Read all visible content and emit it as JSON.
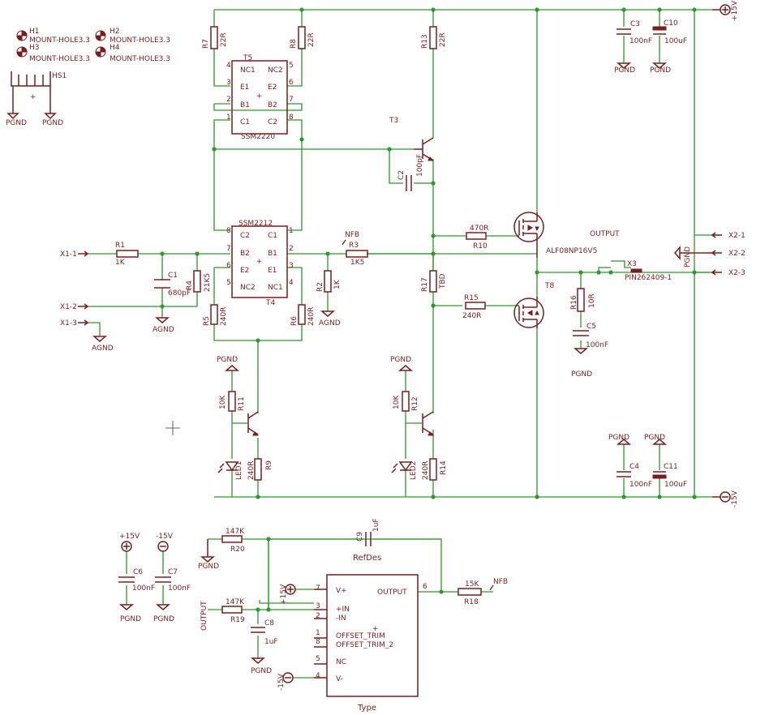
{
  "supply": {
    "pos": "+15V",
    "neg": "-15V"
  },
  "gnd": {
    "pgnd": "PGND",
    "agnd": "AGND"
  },
  "mount": {
    "h1": "H1",
    "h2": "H2",
    "h3": "H3",
    "h4": "H4",
    "hole": "MOUNT-HOLE3.3"
  },
  "heatsink": "HS1",
  "connectors": {
    "x11": "X1-1",
    "x12": "X1-2",
    "x13": "X1-3",
    "x21": "X2-1",
    "x22": "X2-2",
    "x23": "X2-3",
    "x3": "X3",
    "x3part": "PIN262409-1"
  },
  "nets": {
    "output": "OUTPUT",
    "nfb": "NFB"
  },
  "parts": {
    "r1": "R1",
    "r1v": "1K",
    "r2": "R2",
    "r2v": "1K",
    "r3": "R3",
    "r3v": "1K5",
    "r4": "R4",
    "r4v": "21K5",
    "r5": "R5",
    "r5v": "240R",
    "r6": "R6",
    "r6v": "240R",
    "r7": "R7",
    "r7v": "22R",
    "r8": "R8",
    "r8v": "22R",
    "r9": "R9",
    "r9v": "240R",
    "r10": "R10",
    "r10v": "470R",
    "r11": "R11",
    "r11v": "10K",
    "r12": "R12",
    "r12v": "10K",
    "r13": "R13",
    "r13v": "22R",
    "r14": "R14",
    "r14v": "240R",
    "r15": "R15",
    "r15v": "240R",
    "r16": "R16",
    "r16v": "10R",
    "r17": "R17",
    "r17v": "TBD",
    "r18": "R18",
    "r18v": "15K",
    "r19": "R19",
    "r19v": "147K",
    "r20": "R20",
    "r20v": "147K",
    "c1": "C1",
    "c1v": "680pF",
    "c2": "C2",
    "c2v": "100pF",
    "c3": "C3",
    "c3v": "100nF",
    "c4": "C4",
    "c4v": "100nF",
    "c5": "C5",
    "c5v": "100nF",
    "c6": "C6",
    "c6v": "100nF",
    "c7": "C7",
    "c7v": "100nF",
    "c8": "C8",
    "c8v": "1uF",
    "c9": "C9",
    "c9v": "1uF",
    "c10": "C10",
    "c10v": "100uF",
    "c11": "C11",
    "c11v": "100uF",
    "t3": "T3",
    "t4": "T4",
    "t5": "T5",
    "t8": "T8",
    "led1": "LED1",
    "led2": "LED2",
    "mosfet": "ALF08NP16V5"
  },
  "t5ic": {
    "name": "SSM2220",
    "nc1": "NC1",
    "nc2": "NC2",
    "e1": "E1",
    "e2": "E2",
    "b1": "B1",
    "b2": "B2",
    "c1": "C1",
    "c2": "C2",
    "p1": "1",
    "p2": "2",
    "p3": "3",
    "p4": "4",
    "p5": "5",
    "p6": "6",
    "p7": "7",
    "p8": "8"
  },
  "t4ic": {
    "name": "SSM2212",
    "c1": "C1",
    "c2": "C2",
    "b1": "B1",
    "b2": "B2",
    "e1": "E1",
    "e2": "E2",
    "nc1": "NC1",
    "nc2": "NC2",
    "p1": "1",
    "p2": "2",
    "p3": "3",
    "p4": "4",
    "p5": "5",
    "p6": "6",
    "p7": "7",
    "p8": "8"
  },
  "opamp": {
    "ref": "RefDes",
    "type": "Type",
    "vplus": "V+",
    "vminus": "V-",
    "inp": "+IN",
    "inn": "-IN",
    "out": "OUTPUT",
    "ot1": "OFFSET_TRIM",
    "ot2": "OFFSET_TRIM_2",
    "nc": "NC",
    "p1": "1",
    "p2": "2",
    "p3": "3",
    "p4": "4",
    "p5": "5",
    "p6": "6",
    "p7": "7",
    "p8": "8"
  },
  "colors": {
    "wire": "#2a9a2a",
    "symbol": "#7a1d1d",
    "background": "#ffffff"
  }
}
